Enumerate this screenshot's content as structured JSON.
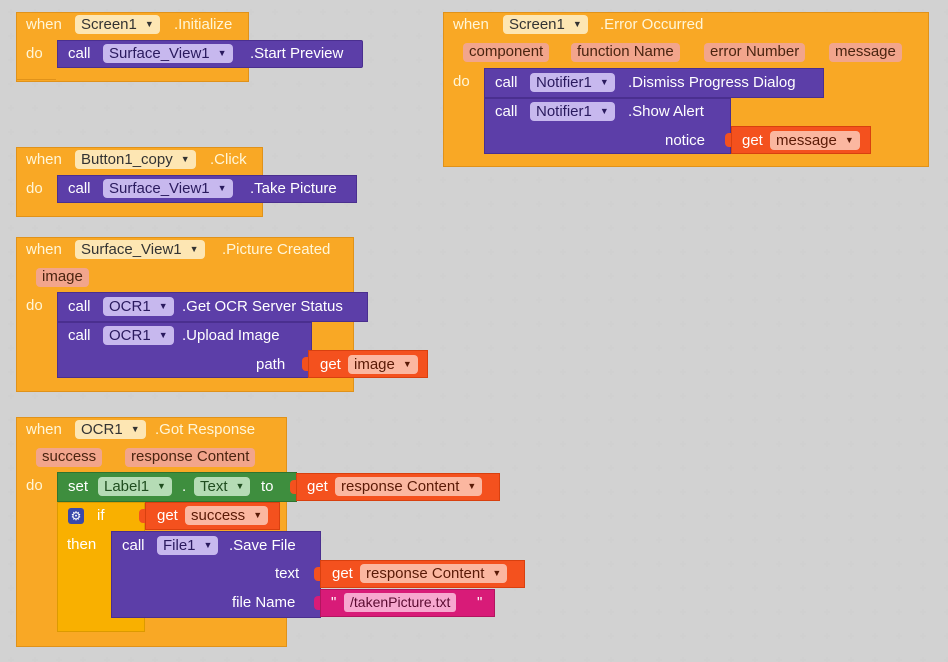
{
  "blocks": {
    "b1": {
      "when": "when",
      "component": "Screen1",
      "event": ".Initialize",
      "do": "do",
      "call": {
        "call": "call",
        "component": "Surface_View1",
        "method": ".Start Preview"
      }
    },
    "b2": {
      "when": "when",
      "component": "Button1_copy",
      "event": ".Click",
      "do": "do",
      "call": {
        "call": "call",
        "component": "Surface_View1",
        "method": ".Take Picture"
      }
    },
    "b3": {
      "when": "when",
      "component": "Surface_View1",
      "event": ".Picture Created",
      "param": "image",
      "do": "do",
      "call1": {
        "call": "call",
        "component": "OCR1",
        "method": ".Get OCR Server Status"
      },
      "call2": {
        "call": "call",
        "component": "OCR1",
        "method": ".Upload Image",
        "arg_label": "path",
        "get": "get",
        "get_var": "image"
      }
    },
    "b4": {
      "when": "when",
      "component": "OCR1",
      "event": ".Got Response",
      "params": [
        "success",
        "response Content"
      ],
      "do": "do",
      "set": {
        "set": "set",
        "component": "Label1",
        "dot": ".",
        "property": "Text",
        "to": "to",
        "get": "get",
        "get_var": "response Content"
      },
      "if": {
        "if": "if",
        "then": "then",
        "get": "get",
        "get_var": "success"
      },
      "call": {
        "call": "call",
        "component": "File1",
        "method": ".Save File",
        "arg1": "text",
        "arg1_get": "get",
        "arg1_var": "response Content",
        "arg2": "file Name",
        "quote_open": "\"",
        "string": "/takenPicture.txt",
        "quote_close": "\""
      }
    },
    "b5": {
      "when": "when",
      "component": "Screen1",
      "event": ".Error Occurred",
      "params": [
        "component",
        "function Name",
        "error Number",
        "message"
      ],
      "do": "do",
      "call1": {
        "call": "call",
        "component": "Notifier1",
        "method": ".Dismiss Progress Dialog"
      },
      "call2": {
        "call": "call",
        "component": "Notifier1",
        "method": ".Show Alert",
        "arg_label": "notice",
        "get": "get",
        "get_var": "message"
      }
    }
  },
  "icons": {
    "gear": "gear-icon",
    "dropdown": "dropdown-arrow-icon"
  },
  "colors": {
    "event": "#f9a825",
    "procedure": "#5c3ea8",
    "setter": "#3e8e3e",
    "control": "#f9b000",
    "text": "#d81b78",
    "getter": "#f4511e",
    "workspace": "#ffffff"
  }
}
